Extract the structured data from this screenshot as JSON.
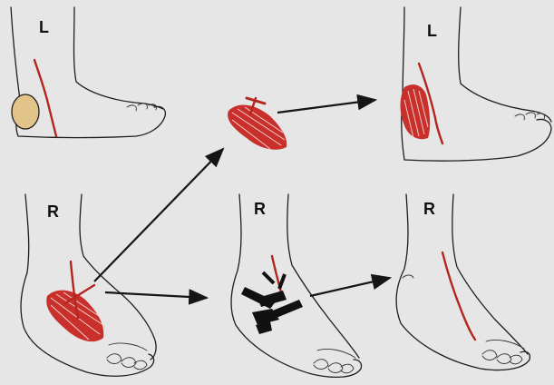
{
  "labels": {
    "panel_top_left": "L",
    "panel_top_right": "L",
    "panel_bottom_left": "R",
    "panel_bottom_middle": "R",
    "panel_bottom_right": "R"
  },
  "colors": {
    "background": "#e6e6e6",
    "outline": "#1e1e1e",
    "vessel": "#b3261e",
    "muscle_flap": "#c9302c",
    "defect": "#e2c48a",
    "clamp": "#111111",
    "arrow": "#151515"
  }
}
